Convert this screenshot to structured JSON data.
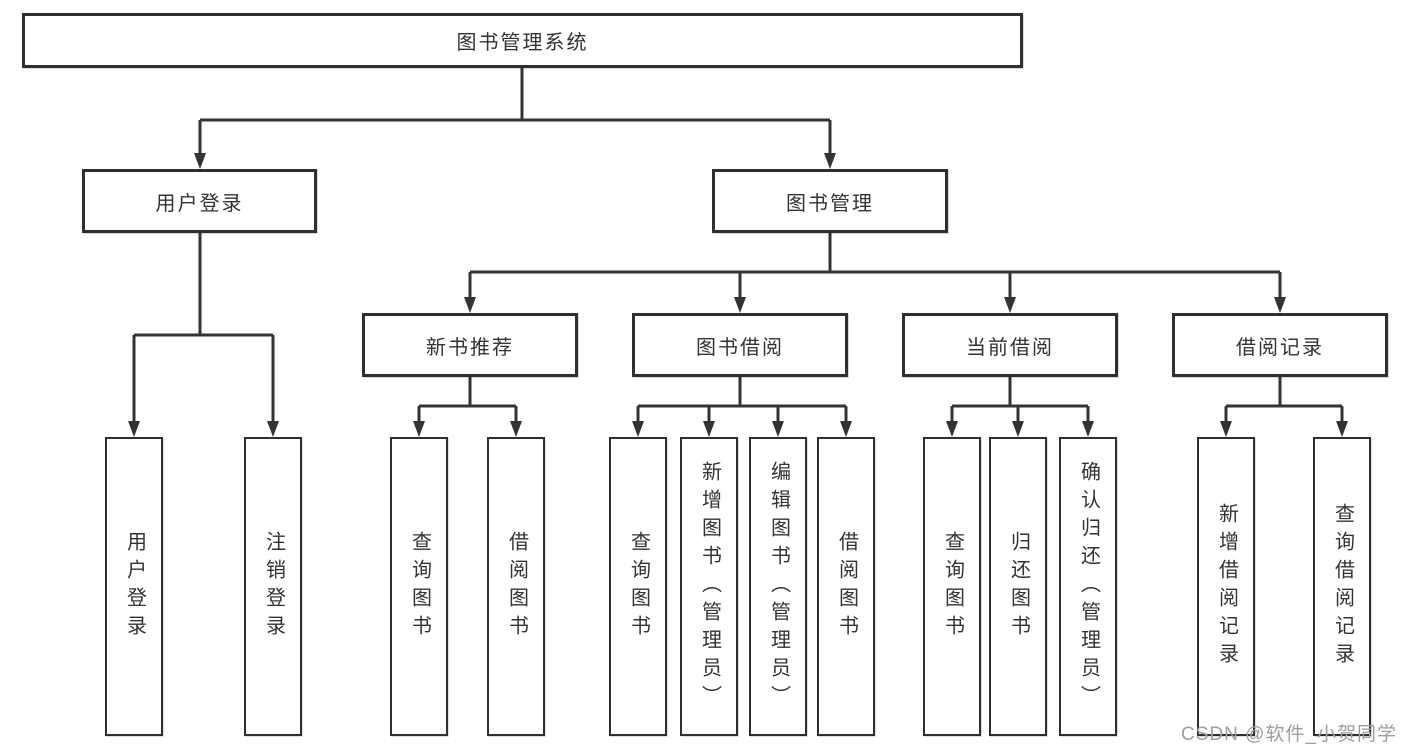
{
  "tree": {
    "root": {
      "label": "图书管理系统"
    },
    "branches": [
      {
        "label": "用户登录",
        "children": [
          {
            "label": "用户登录"
          },
          {
            "label": "注销登录"
          }
        ]
      },
      {
        "label": "图书管理",
        "sections": [
          {
            "label": "新书推荐",
            "children": [
              {
                "label": "查询图书"
              },
              {
                "label": "借阅图书"
              }
            ]
          },
          {
            "label": "图书借阅",
            "children": [
              {
                "label": "查询图书"
              },
              {
                "label": "新增图书（管理员）"
              },
              {
                "label": "编辑图书（管理员）"
              },
              {
                "label": "借阅图书"
              }
            ]
          },
          {
            "label": "当前借阅",
            "children": [
              {
                "label": "查询图书"
              },
              {
                "label": "归还图书"
              },
              {
                "label": "确认归还（管理员）"
              }
            ]
          },
          {
            "label": "借阅记录",
            "children": [
              {
                "label": "新增借阅记录"
              },
              {
                "label": "查询借阅记录"
              }
            ]
          }
        ]
      }
    ]
  },
  "watermark": {
    "text": "CSDN @软件_小贺同学",
    "color": "#9e9e9e"
  },
  "colors": {
    "line": "#333333",
    "box_border": "#2f2f2f",
    "text": "#333333",
    "background": "#ffffff"
  }
}
